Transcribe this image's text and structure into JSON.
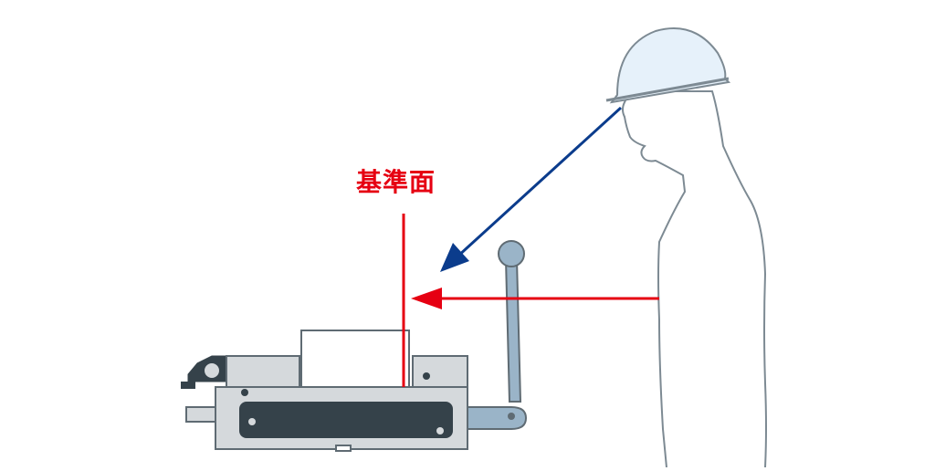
{
  "label": {
    "reference_plane": "基準面"
  },
  "colors": {
    "reference": "#e60012",
    "sight_line": "#0b3c8c",
    "machine_body": "#d5d9dc",
    "machine_outline": "#5f6b73",
    "plate_dark": "#35424a",
    "handle": "#9ab4c8",
    "helmet": "#e6f1fa",
    "person_outline": "#7d8a93"
  },
  "icons": {
    "figure": "worker-figure",
    "device": "vise-machine"
  }
}
